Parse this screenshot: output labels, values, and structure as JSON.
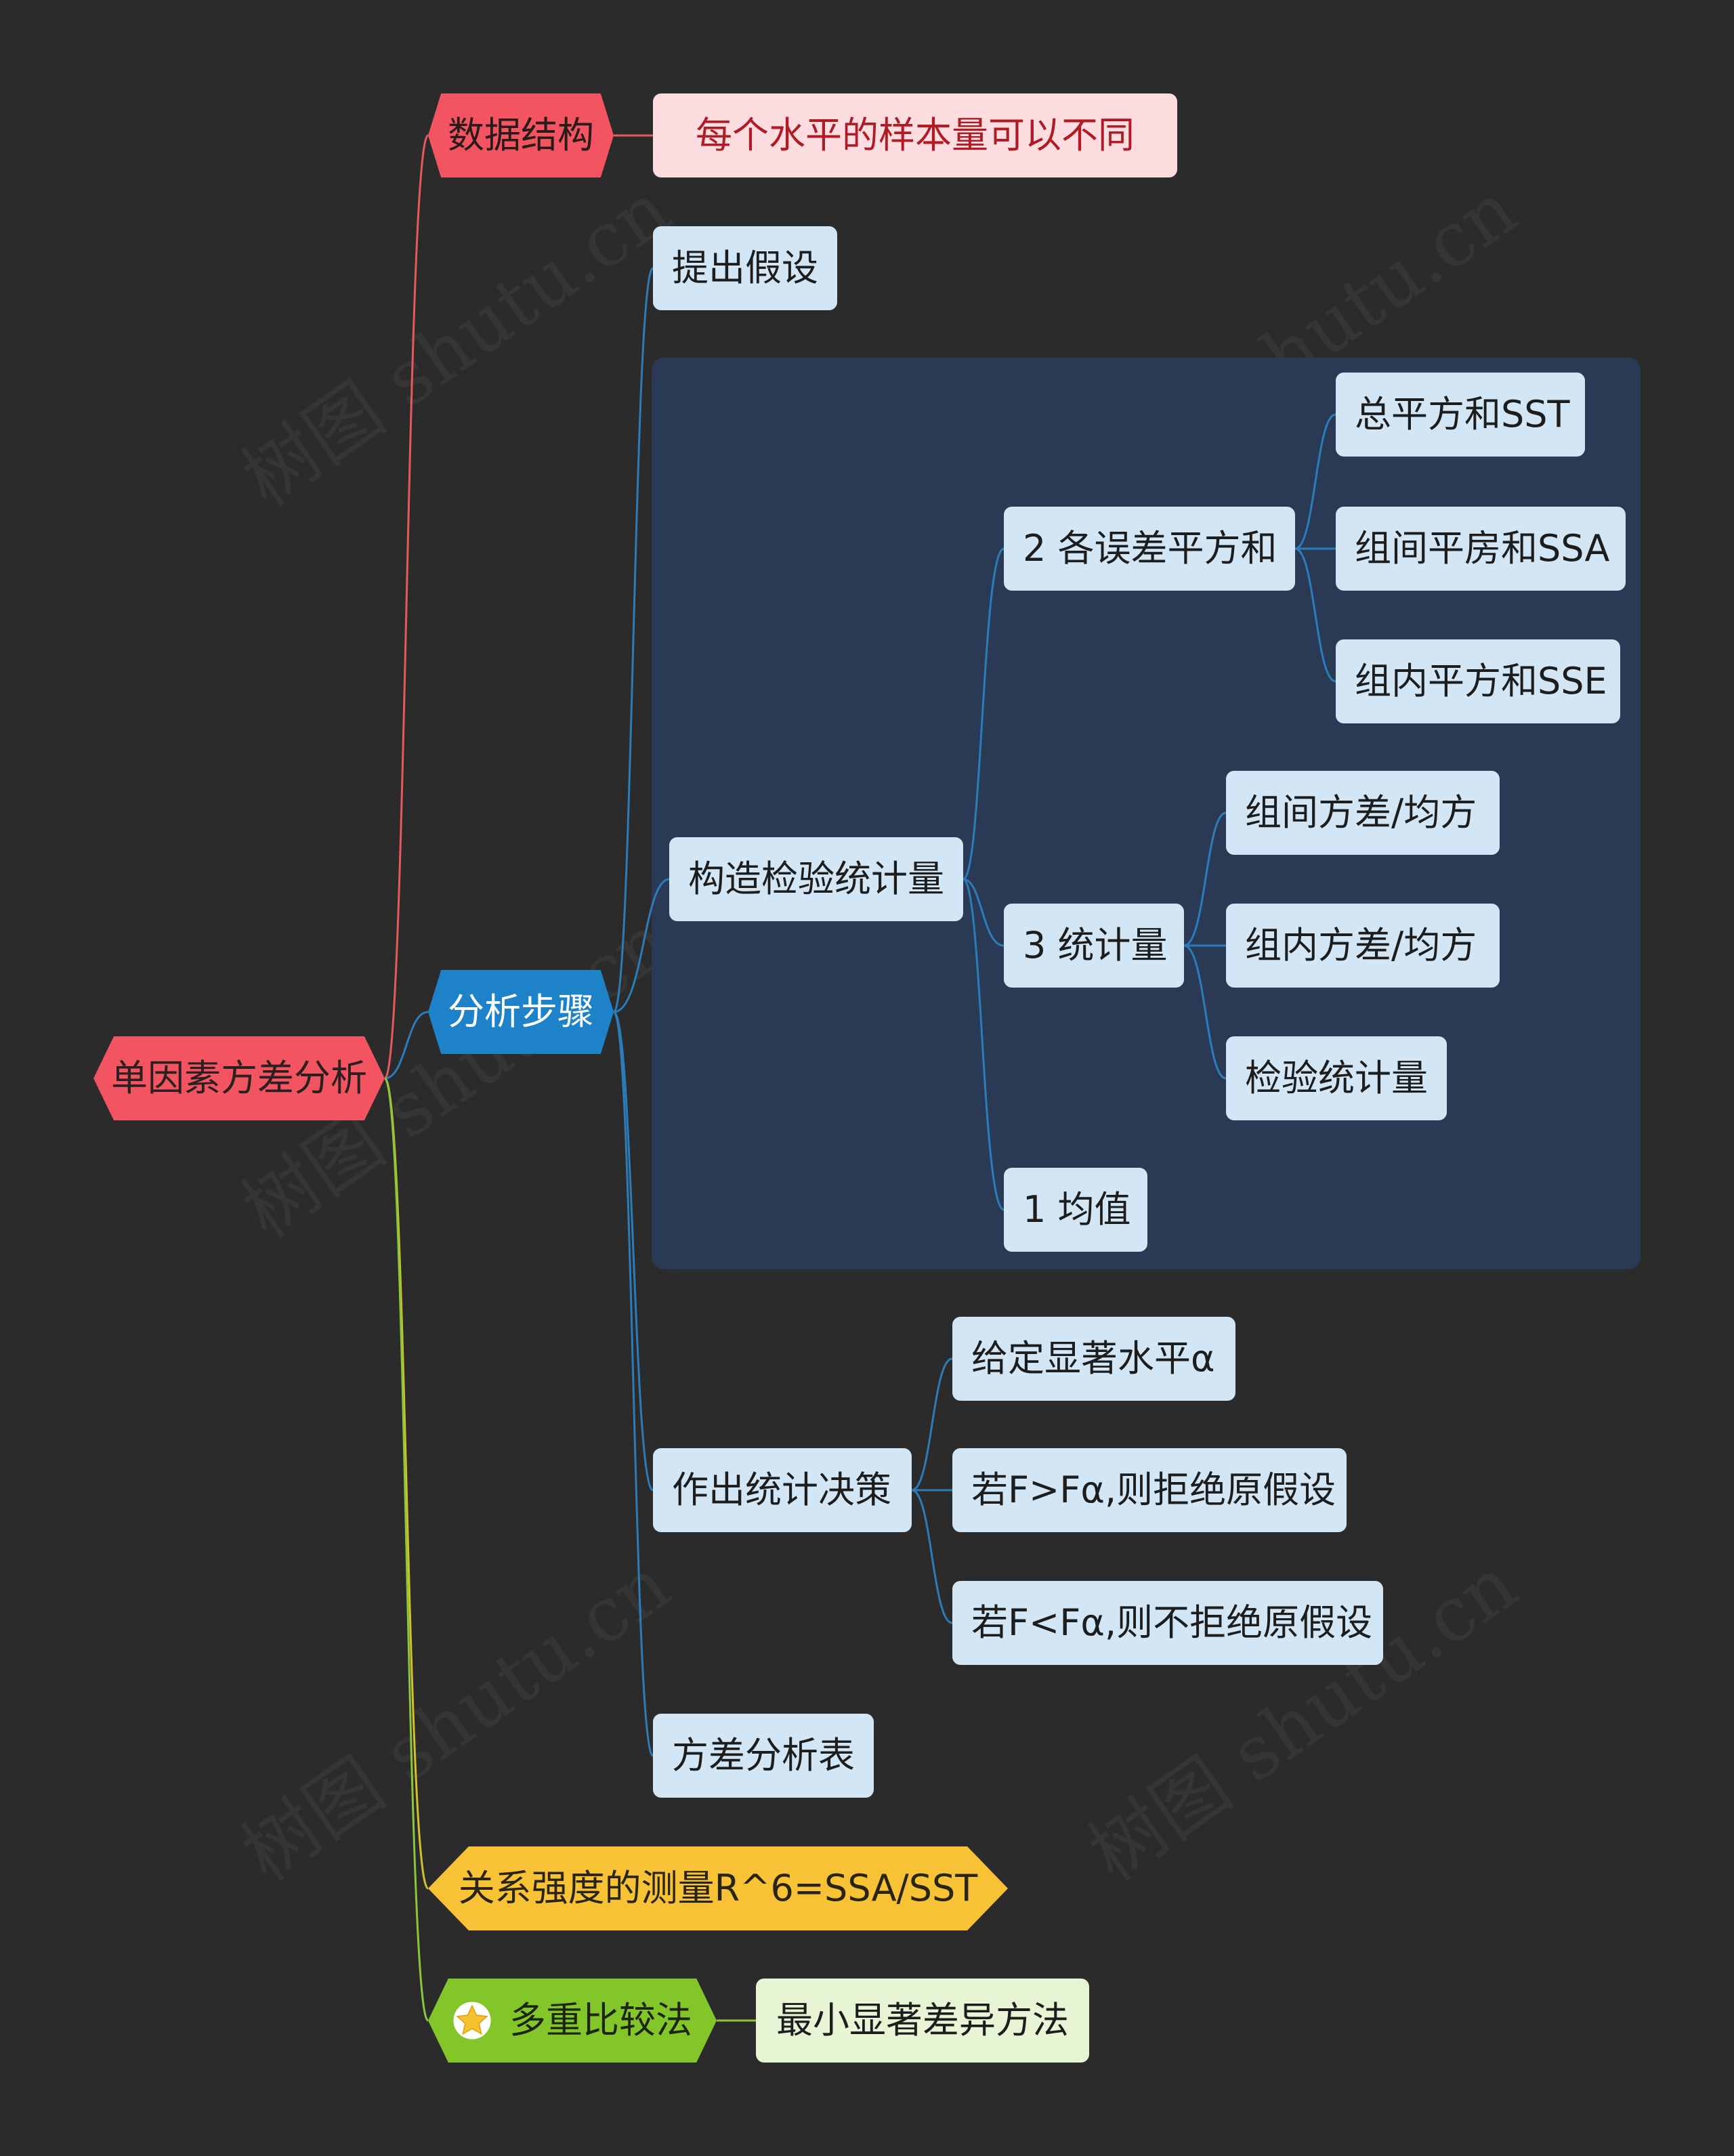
{
  "root": {
    "label": "单因素方差分析"
  },
  "branches": {
    "data_structure": {
      "label": "数据结构",
      "child": "每个水平的样本量可以不同"
    },
    "analysis_steps": {
      "label": "分析步骤",
      "hypothesis": "提出假设",
      "construct": {
        "label": "构造检验统计量",
        "sum_of_squares": {
          "label": "2 各误差平方和",
          "items": [
            "总平方和SST",
            "组间平房和SSA",
            "组内平方和SSE"
          ]
        },
        "statistic": {
          "label": "3 统计量",
          "items": [
            "组间方差/均方",
            "组内方差/均方",
            "检验统计量"
          ]
        },
        "mean": {
          "label": "1 均值"
        }
      },
      "decision": {
        "label": "作出统计决策",
        "items": [
          "给定显著水平α",
          "若F>Fα,则拒绝原假设",
          "若F<Fα,则不拒绝原假设"
        ]
      },
      "anova_table": "方差分析表"
    },
    "relation_strength": {
      "label": "关系强度的测量R^6=SSA/SST"
    },
    "multiple_comparison": {
      "label": "多重比较法",
      "icon": "star-icon",
      "child": "最小显著差异方法"
    }
  },
  "watermark": "树图 shutu.cn",
  "colors": {
    "background": "#2b2b2b",
    "root": "#f25561",
    "red_branch": "#f25561",
    "blue_branch": "#1e82c8",
    "yellow_branch": "#f8c236",
    "green_branch": "#82c62a",
    "leaf": "#d3e6f5",
    "boundary": "#2a3a55",
    "line_red": "#e8585f",
    "line_blue": "#2b7cb8",
    "line_yellow": "#d4c02a",
    "line_green": "#8cc63a"
  }
}
